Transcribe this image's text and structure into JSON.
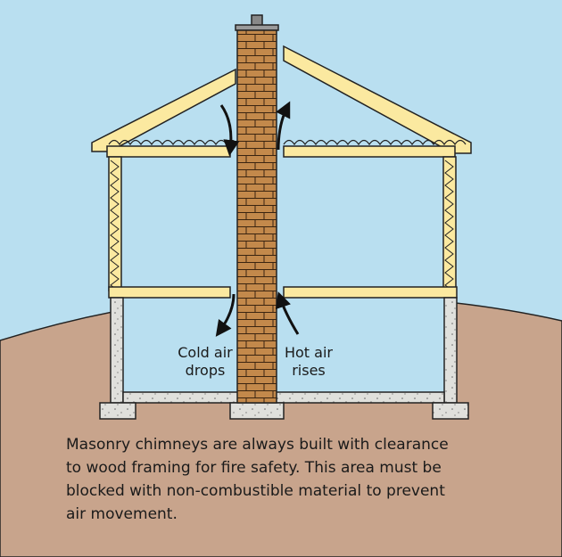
{
  "labels": {
    "cold_air_line1": "Cold air",
    "cold_air_line2": "drops",
    "hot_air_line1": "Hot air",
    "hot_air_line2": "rises"
  },
  "caption": {
    "line1": "Masonry chimneys are always built with clearance",
    "line2": "to wood framing for fire safety. This area must be",
    "line3": "blocked with non-combustible material to prevent",
    "line4": "air movement."
  },
  "colors": {
    "sky": "#b9dff0",
    "ground": "#c8a48c",
    "lumber": "#fbe9a0",
    "brick": "#c3894b",
    "concrete": "#e0e0dc",
    "interior": "#b9dff0"
  }
}
